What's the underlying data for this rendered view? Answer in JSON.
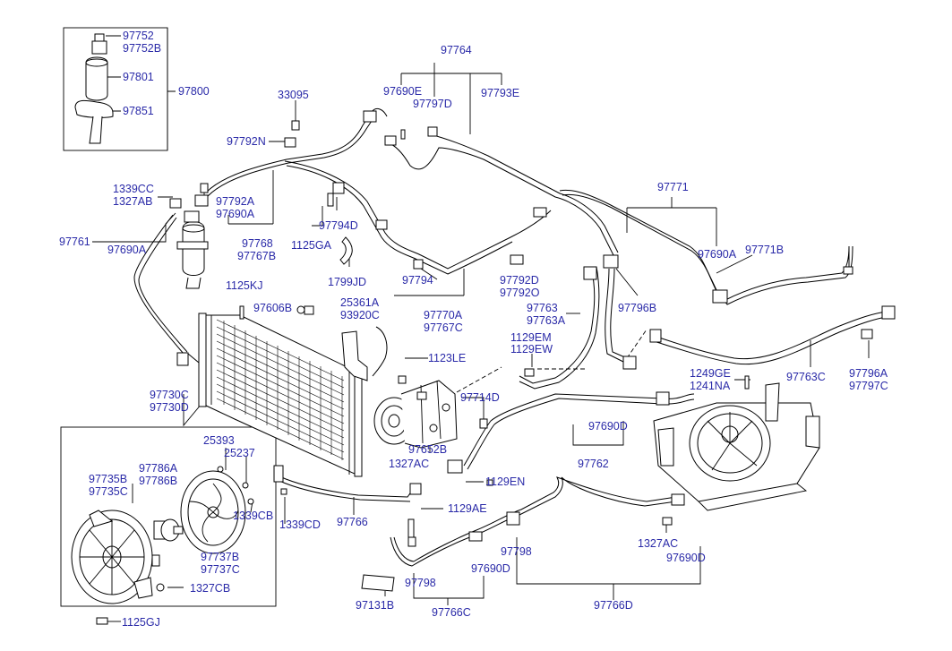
{
  "labels": {
    "p97752": "97752",
    "p97752B": "97752B",
    "p97801": "97801",
    "p97800": "97800",
    "p97851": "97851",
    "p33095": "33095",
    "p97792N": "97792N",
    "p1339CC": "1339CC",
    "p1327AB": "1327AB",
    "p97792A": "97792A",
    "p97690A_1": "97690A",
    "p97761": "97761",
    "p97690A_2": "97690A",
    "p97768": "97768",
    "p97767B": "97767B",
    "p97794D": "97794D",
    "p1125GA": "1125GA",
    "p1799JD": "1799JD",
    "p97794": "97794",
    "p1125KJ": "1125KJ",
    "p97606B": "97606B",
    "p25361A": "25361A",
    "p93920C": "93920C",
    "p97764": "97764",
    "p97690E": "97690E",
    "p97797D": "97797D",
    "p97793E": "97793E",
    "p97770A": "97770A",
    "p97767C": "97767C",
    "p97792D": "97792D",
    "p97792O": "97792O",
    "p97763": "97763",
    "p97763A": "97763A",
    "p97796B": "97796B",
    "p97771": "97771",
    "p97690A_3": "97690A",
    "p97771B": "97771B",
    "p1129EM": "1129EM",
    "p1129EW": "1129EW",
    "p1123LE": "1123LE",
    "p97714D": "97714D",
    "p97652B": "97652B",
    "p1327AC_1": "1327AC",
    "p1129EN": "1129EN",
    "p97690D_1": "97690D",
    "p97762": "97762",
    "p1249GE": "1249GE",
    "p1241NA": "1241NA",
    "p97763C": "97763C",
    "p97796A": "97796A",
    "p97797C": "97797C",
    "p97730C": "97730C",
    "p97730D": "97730D",
    "p25393": "25393",
    "p25237": "25237",
    "p97735B": "97735B",
    "p97735C": "97735C",
    "p97786A": "97786A",
    "p97786B": "97786B",
    "p1339CB": "1339CB",
    "p1339CD": "1339CD",
    "p97766": "97766",
    "p97737B": "97737B",
    "p97737C": "97737C",
    "p1327CB": "1327CB",
    "p1125GJ": "1125GJ",
    "p1129AE": "1129AE",
    "p97798_1": "97798",
    "p97798_2": "97798",
    "p97690D_2": "97690D",
    "p97131B": "97131B",
    "p97766C": "97766C",
    "p97766D": "97766D",
    "p1327AC_2": "1327AC",
    "p97690D_3": "97690D"
  }
}
